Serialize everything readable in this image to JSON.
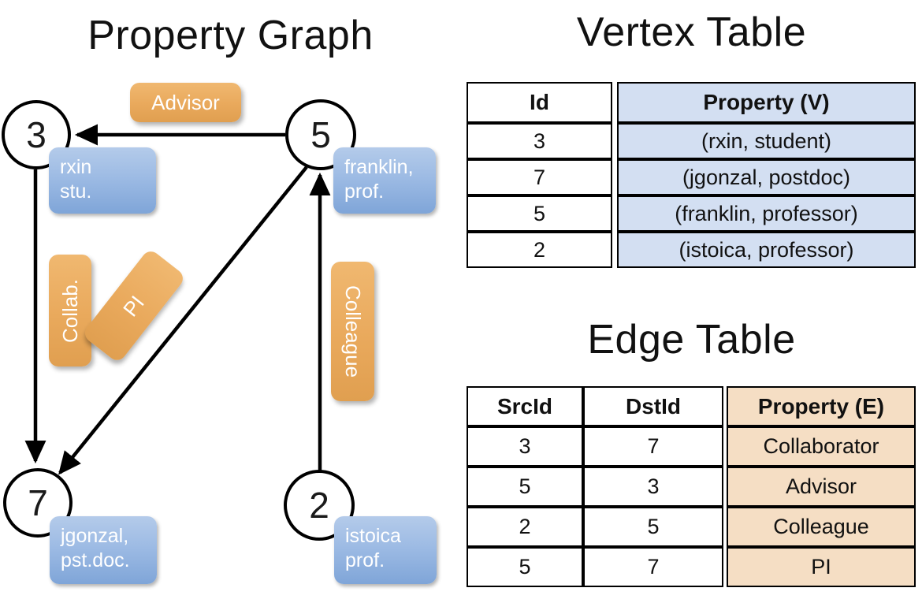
{
  "titles": {
    "property_graph": "Property Graph",
    "vertex_table": "Vertex Table",
    "edge_table": "Edge Table"
  },
  "graph": {
    "nodes": [
      {
        "id": "3",
        "property_line1": "rxin",
        "property_line2": "stu."
      },
      {
        "id": "5",
        "property_line1": "franklin,",
        "property_line2": "prof."
      },
      {
        "id": "7",
        "property_line1": "jgonzal,",
        "property_line2": "pst.doc."
      },
      {
        "id": "2",
        "property_line1": "istoica",
        "property_line2": "prof."
      }
    ],
    "edge_labels": [
      {
        "text": "Advisor"
      },
      {
        "text": "Collab."
      },
      {
        "text": "PI"
      },
      {
        "text": "Colleague"
      }
    ]
  },
  "vertex_table": {
    "headers": [
      "Id",
      "Property (V)"
    ],
    "rows": [
      {
        "id": "3",
        "property": "(rxin, student)"
      },
      {
        "id": "7",
        "property": "(jgonzal, postdoc)"
      },
      {
        "id": "5",
        "property": "(franklin, professor)"
      },
      {
        "id": "2",
        "property": "(istoica, professor)"
      }
    ]
  },
  "edge_table": {
    "headers": [
      "SrcId",
      "DstId",
      "Property (E)"
    ],
    "rows": [
      {
        "src": "3",
        "dst": "7",
        "property": "Collaborator"
      },
      {
        "src": "5",
        "dst": "3",
        "property": "Advisor"
      },
      {
        "src": "2",
        "dst": "5",
        "property": "Colleague"
      },
      {
        "src": "5",
        "dst": "7",
        "property": "PI"
      }
    ]
  },
  "colors": {
    "vertex_cell": "#d3dff2",
    "edge_cell": "#f5dec4",
    "node_property_box": "#9dbbe4",
    "edge_label_box": "#e9a95c",
    "stroke": "#000000"
  }
}
